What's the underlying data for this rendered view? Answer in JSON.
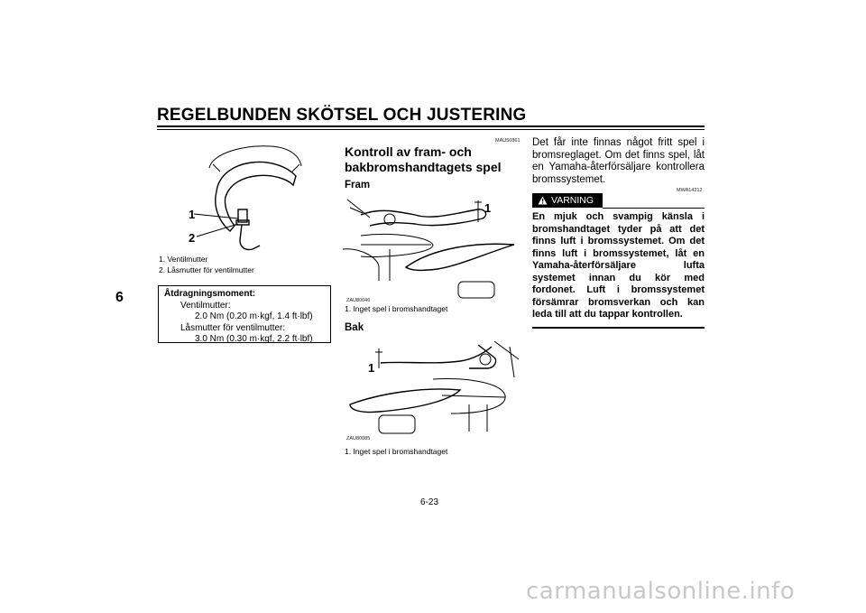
{
  "header": {
    "title": "REGELBUNDEN SKÖTSEL OCH JUSTERING",
    "chapter": "6",
    "page_number": "6-23"
  },
  "figure_valve": {
    "callout_1": "1",
    "callout_2": "2",
    "legend": [
      "1.  Ventilmutter",
      "2.  Låsmutter för ventilmutter"
    ]
  },
  "torque": {
    "title": "Åtdragningsmoment:",
    "lines": [
      "Ventilmutter:",
      "2.0 Nm (0.20 m·kgf, 1.4 ft·lbf)",
      "Låsmutter för ventilmutter:",
      "3.0 Nm (0.30 m·kgf, 2.2 ft·lbf)"
    ]
  },
  "section": {
    "code": "MAU50861",
    "title_line1": "Kontroll av fram- och",
    "title_line2": "bakbromshandtagets spel",
    "front_heading": "Fram",
    "front_figure_code": "ZAU80046",
    "front_callout": "1",
    "front_caption": "1.  Inget spel i bromshandtaget",
    "rear_heading": "Bak",
    "rear_figure_code": "ZAU80085",
    "rear_callout": "1",
    "rear_caption": "1.  Inget spel i bromshandtaget"
  },
  "right_column": {
    "paragraph": "Det får inte finnas något fritt spel i bromsreglaget. Om det finns spel, låt en Yamaha-återförsäljare kontrollera bromssystemet.",
    "warning_code": "MWA14212",
    "warning_label": "VARNING",
    "warning_text": "En mjuk och svampig känsla i bromshandtaget tyder på att det finns luft i bromssystemet. Om det finns luft i bromssystemet, låt en Yamaha-återförsäljare lufta systemet innan du kör med fordonet. Luft i bromssystemet försämrar bromsverkan och kan leda till att du tappar kontrollen."
  },
  "watermark": "carmanualsonline.info"
}
